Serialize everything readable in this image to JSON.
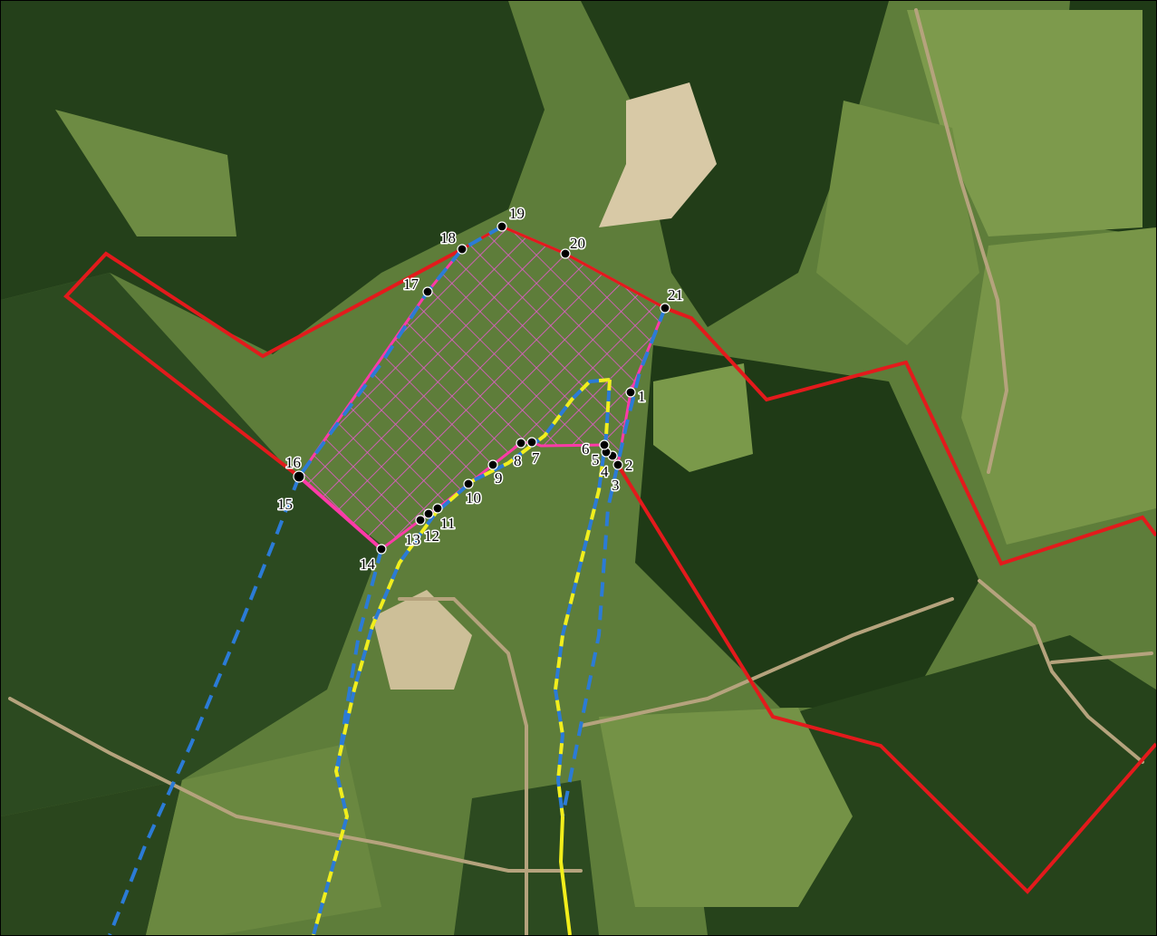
{
  "map": {
    "kind": "aerial-orthophoto",
    "colors": {
      "boundary_red": "#e31a1c",
      "hatch_magenta": "#e85ad0",
      "outline_pink": "#ff3aa8",
      "dashed_blue": "#2b7bd6",
      "dashed_yellow": "#f2ee1b",
      "point_black": "#000000",
      "forest_dark": "#1f3a16",
      "meadow_green": "#6d8c43",
      "sand": "#d8c9a6"
    },
    "point_labels": [
      "1",
      "2",
      "3",
      "4",
      "5",
      "6",
      "7",
      "8",
      "9",
      "10",
      "11",
      "12",
      "13",
      "14",
      "15",
      "16",
      "17",
      "18",
      "19",
      "20",
      "21"
    ]
  }
}
